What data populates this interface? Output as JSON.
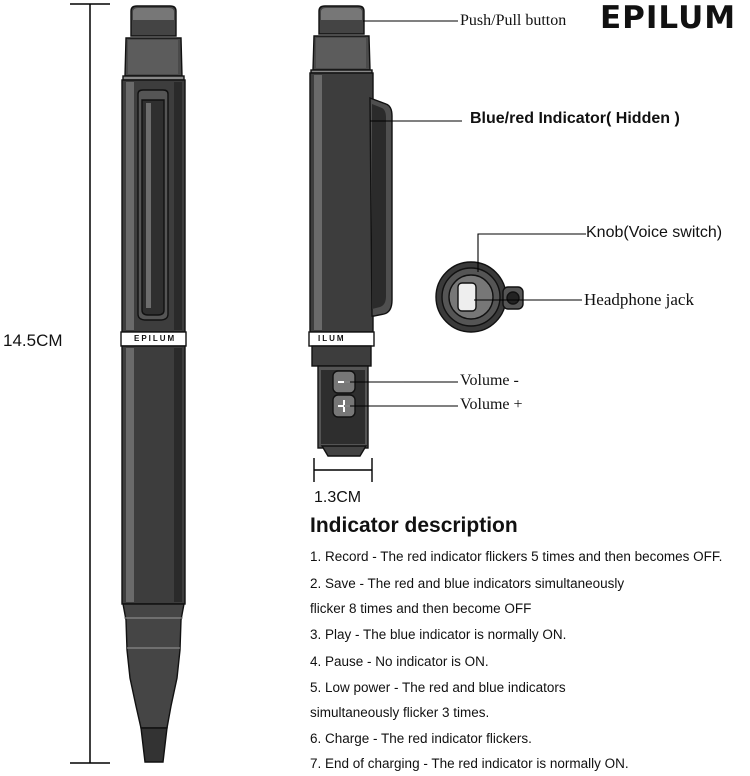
{
  "brand": "EPILUM",
  "pen_band_text": "EPILUM",
  "pen_band_text_side": "ILUM",
  "dimensions": {
    "length": "14.5CM",
    "width": "1.3CM"
  },
  "callouts": {
    "push_pull": "Push/Pull button",
    "indicator": "Blue/red Indicator( Hidden )",
    "knob": "Knob(Voice switch)",
    "headphone": "Headphone jack",
    "vol_minus": "Volume -",
    "vol_plus": "Volume +"
  },
  "indicator_description": {
    "title": "Indicator description",
    "lines": [
      "1. Record - The red indicator flickers 5 times and then becomes OFF.",
      "2. Save - The red and blue indicators simultaneously",
      " flicker 8 times and then become OFF",
      "3. Play - The blue indicator is normally ON.",
      "4. Pause - No indicator is ON.",
      "5. Low power - The red and blue indicators",
      "simultaneously flicker 3 times.",
      "6. Charge - The red indicator flickers.",
      "7. End of charging - The red indicator is normally ON."
    ]
  }
}
